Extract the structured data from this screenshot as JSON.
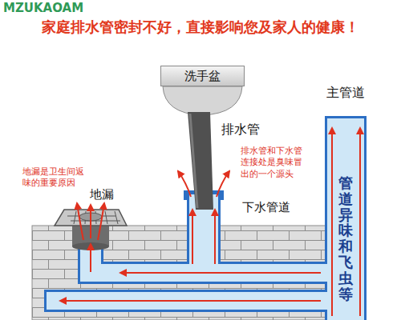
{
  "diagram": {
    "title": "家庭排水管密封不好，直接影响您及家人的健康！",
    "nodes": [
      {
        "text": [
          "洗手盆"
        ]
      },
      {
        "text": [
          "主管道",
          "管道异味和飞虫等"
        ]
      }
    ],
    "labels": [
      "MZUKAOAM",
      "排水管",
      "排水管和下水管连接处是臭味冒出的一个源头",
      "下水管道",
      "地漏是卫生间返味的重要原因",
      "地漏"
    ]
  }
}
